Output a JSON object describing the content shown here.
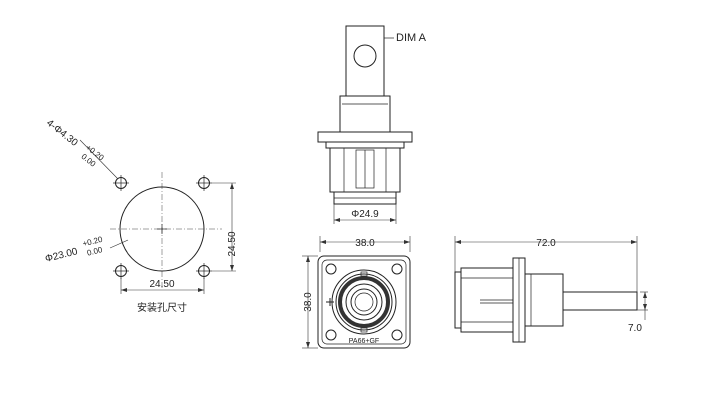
{
  "hole_pattern": {
    "small_holes_callout": "4-Φ4.30",
    "small_holes_tol_upper": "+0.20",
    "small_holes_tol_lower": "0.00",
    "center_hole_callout": "Φ23.00",
    "center_hole_tol_upper": "+0.20",
    "center_hole_tol_lower": "0.00",
    "spacing_horizontal": "24.50",
    "spacing_vertical": "24.50",
    "caption": "安装孔尺寸"
  },
  "side_view": {
    "dim_a_label": "DIM A",
    "diameter_label": "Φ24.9"
  },
  "front_view": {
    "width_label": "38.0",
    "height_label": "38.0",
    "marking": "PA66+GF",
    "plus_mark": "+"
  },
  "length_view": {
    "length_label": "72.0",
    "tab_label": "7.0"
  }
}
